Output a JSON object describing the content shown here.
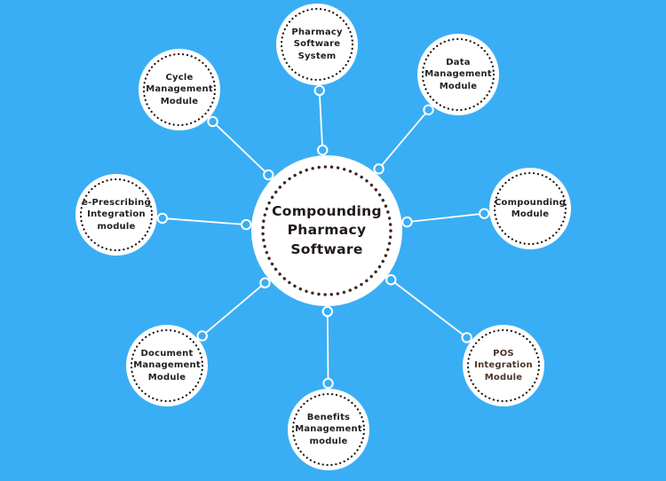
{
  "diagram": {
    "background_color": "#3aaef4",
    "connector_color": "#ffffff",
    "node_fill": "#ffffff",
    "center": {
      "label": "Compounding\nPharmacy\nSoftware",
      "text_color": "#201916",
      "dot_color": "#40261b"
    },
    "satellites": [
      {
        "id": "pharmacy-software-system",
        "label": "Pharmacy\nSoftware\nSystem",
        "text_color": "#221f1e",
        "dot_color": "#161413"
      },
      {
        "id": "data-management-module",
        "label": "Data\nManagement\nModule",
        "text_color": "#221f1e",
        "dot_color": "#161413"
      },
      {
        "id": "compounding-module",
        "label": "Compounding\nModule",
        "text_color": "#221f1e",
        "dot_color": "#161413"
      },
      {
        "id": "pos-integration-module",
        "label": "POS\nIntegration\nModule",
        "text_color": "#4c352a",
        "dot_color": "#161413"
      },
      {
        "id": "benefits-management-module",
        "label": "Benefits\nManagement\nmodule",
        "text_color": "#221f1e",
        "dot_color": "#161413"
      },
      {
        "id": "document-management-module",
        "label": "Document\nManagement\nModule",
        "text_color": "#221f1e",
        "dot_color": "#161413"
      },
      {
        "id": "e-prescribing-integration-module",
        "label": "e-Prescribing\nIntegration\nmodule",
        "text_color": "#221f1e",
        "dot_color": "#161413"
      },
      {
        "id": "cycle-management-module",
        "label": "Cycle\nManagement\nModule",
        "text_color": "#221f1e",
        "dot_color": "#161413"
      }
    ]
  }
}
